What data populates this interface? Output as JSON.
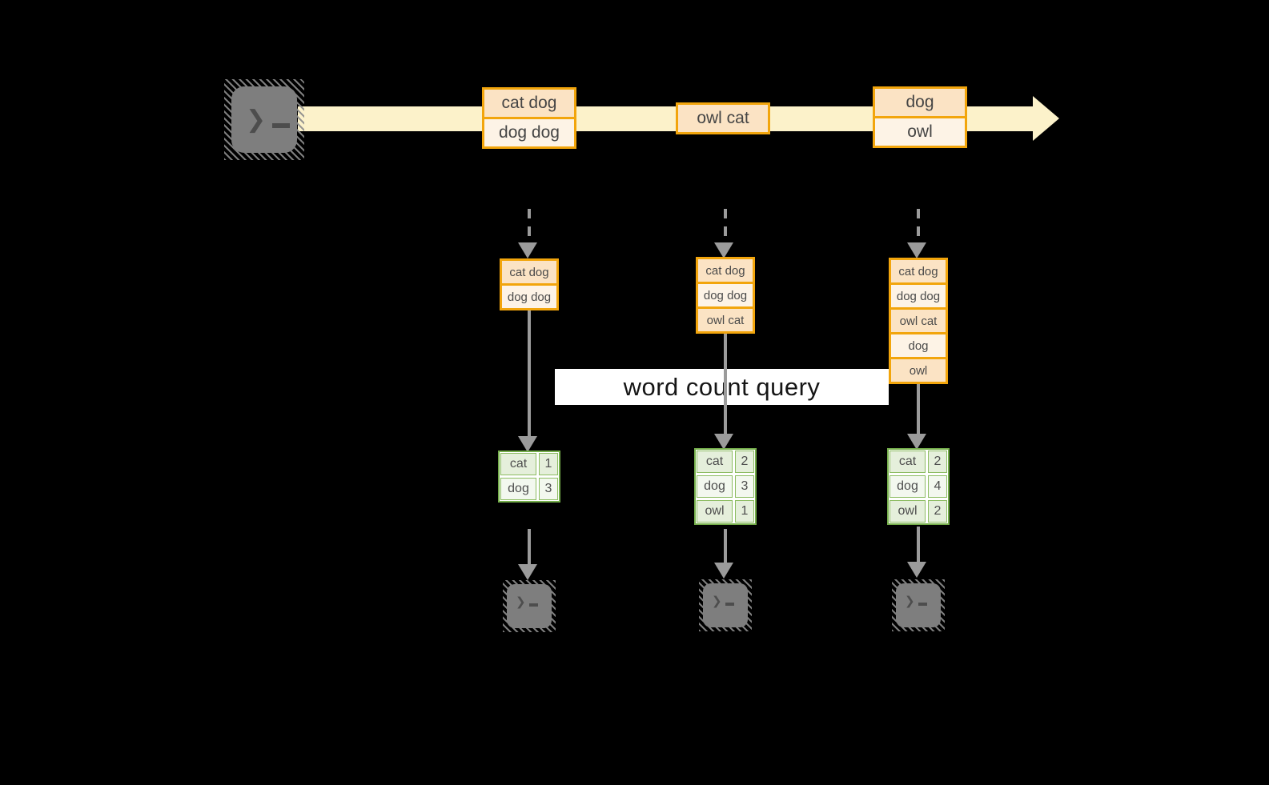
{
  "query": {
    "label": "word count query"
  },
  "stream": {
    "batches": [
      {
        "records": [
          "cat dog",
          "dog dog"
        ]
      },
      {
        "records": [
          "owl cat"
        ]
      },
      {
        "records": [
          "dog",
          "owl"
        ]
      }
    ]
  },
  "columns": [
    {
      "state": [
        "cat dog",
        "dog dog"
      ],
      "counts": [
        {
          "word": "cat",
          "count": 1
        },
        {
          "word": "dog",
          "count": 3
        }
      ]
    },
    {
      "state": [
        "cat dog",
        "dog dog",
        "owl cat"
      ],
      "counts": [
        {
          "word": "cat",
          "count": 2
        },
        {
          "word": "dog",
          "count": 3
        },
        {
          "word": "owl",
          "count": 1
        }
      ]
    },
    {
      "state": [
        "cat dog",
        "dog dog",
        "owl cat",
        "dog",
        "owl"
      ],
      "counts": [
        {
          "word": "cat",
          "count": 2
        },
        {
          "word": "dog",
          "count": 4
        },
        {
          "word": "owl",
          "count": 2
        }
      ]
    }
  ],
  "colors": {
    "background": "#000000",
    "stream_band": "#fcf2ca",
    "record_border": "#f2a50c",
    "record_fill_dark": "#fbe3c4",
    "record_fill_light": "#fdf3e6",
    "table_border": "#74ad4a",
    "table_fill_dark": "#e5efdb",
    "table_fill_light": "#f3f8ef",
    "arrow_gray": "#9b9b9b",
    "terminal_gray": "#7e7e7e"
  },
  "icons": {
    "source": "terminal-icon",
    "sink": "terminal-icon"
  }
}
